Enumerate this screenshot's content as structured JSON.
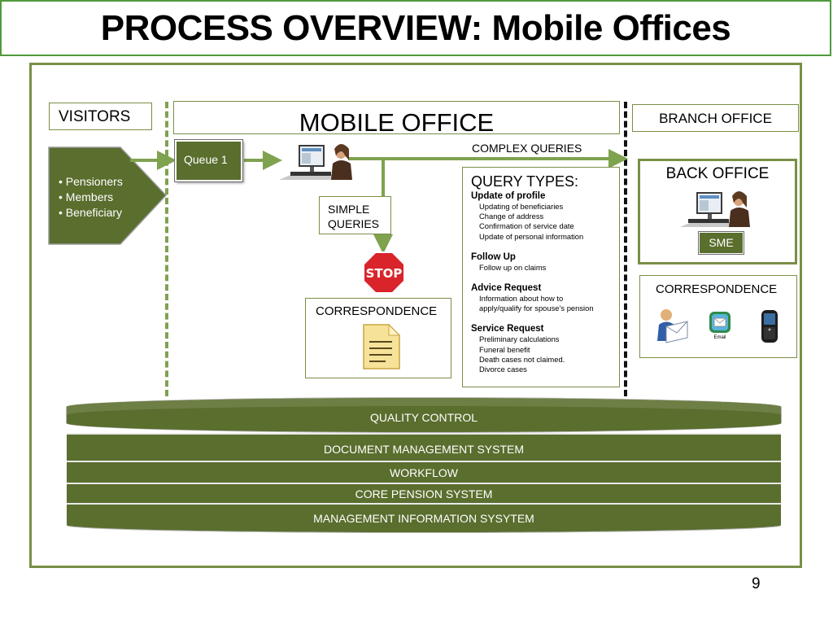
{
  "title": "PROCESS OVERVIEW: Mobile Offices",
  "visitors": {
    "label": "VISITORS",
    "items": [
      "• Pensioners",
      "• Members",
      "• Beneficiary"
    ]
  },
  "mobile_office": {
    "label": "MOBILE OFFICE",
    "queue_label": "Queue 1",
    "complex_queries_label": "COMPLEX QUERIES",
    "simple_queries_label": [
      "SIMPLE",
      "QUERIES"
    ],
    "stop_sign_text": "STOP",
    "correspondence_label": "CORRESPONDENCE"
  },
  "query_types": {
    "title": "QUERY TYPES:",
    "groups": [
      {
        "heading": "Update of profile",
        "items": [
          "Updating of beneficiaries",
          "Change of address",
          "Confirmation of service date",
          "Update of personal information"
        ]
      },
      {
        "heading": "Follow Up",
        "items": [
          "Follow up on claims"
        ]
      },
      {
        "heading": "Advice Request",
        "items": [
          "Information about how to",
          "apply/qualify for spouse’s pension"
        ]
      },
      {
        "heading": "Service Request",
        "items": [
          "Preliminary calculations",
          "Funeral benefit",
          "Death cases not claimed.",
          "Divorce cases"
        ]
      }
    ]
  },
  "branch_office": {
    "label": "BRANCH OFFICE",
    "back_office_label": "BACK OFFICE",
    "sme_label": "SME",
    "correspondence_label": "CORRESPONDENCE",
    "email_icon_label": "Email"
  },
  "layers": [
    "QUALITY CONTROL",
    "DOCUMENT MANAGEMENT SYSTEM",
    "WORKFLOW",
    "CORE PENSION SYSTEM",
    "MANAGEMENT INFORMATION SYSYTEM"
  ],
  "page_number": "9",
  "colors": {
    "accent_green": "#5a6e2e",
    "frame_green": "#7a8f47",
    "arrow_green": "#7fa24f",
    "title_border": "#4f9a3c",
    "stop_red": "#d8242a"
  }
}
